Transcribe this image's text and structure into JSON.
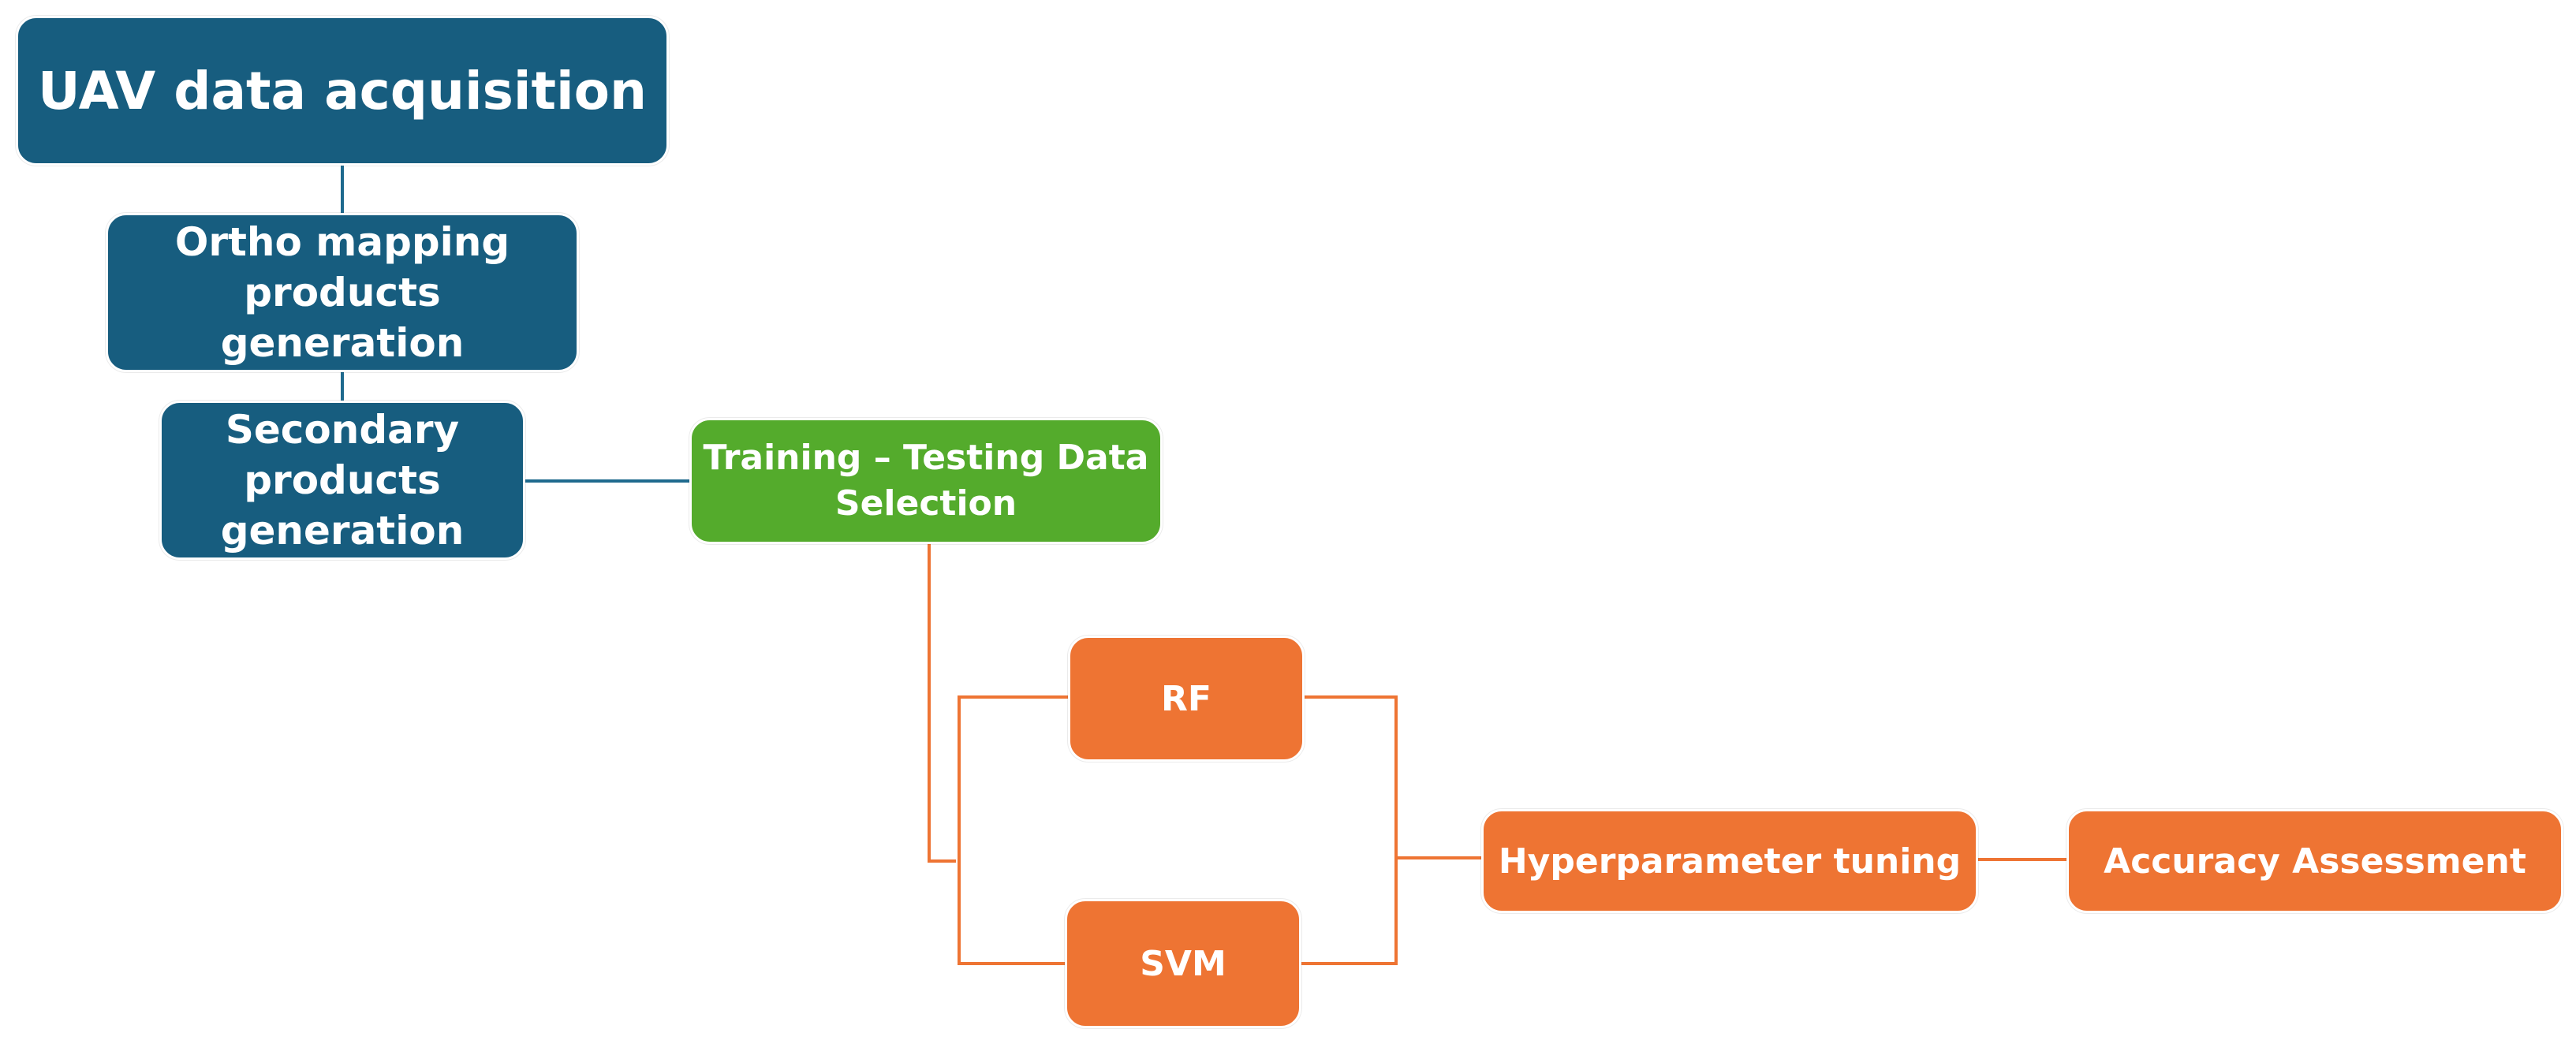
{
  "diagram": {
    "nodes": {
      "uav": {
        "label": "UAV data acquisition",
        "color": "#175d7f"
      },
      "ortho": {
        "label": "Ortho mapping\nproducts\ngeneration",
        "color": "#175d7f"
      },
      "secondary": {
        "label": "Secondary\nproducts\ngeneration",
        "color": "#175d7f"
      },
      "training": {
        "label": "Training – Testing  Data\nSelection",
        "color": "#54ab2c"
      },
      "rf": {
        "label": "RF",
        "color": "#ee7433"
      },
      "svm": {
        "label": "SVM",
        "color": "#ee7433"
      },
      "hyper": {
        "label": "Hyperparameter tuning",
        "color": "#ee7433"
      },
      "accuracy": {
        "label": "Accuracy Assessment",
        "color": "#ee7433"
      }
    },
    "edges": [
      {
        "from": "uav",
        "to": "ortho"
      },
      {
        "from": "ortho",
        "to": "secondary"
      },
      {
        "from": "secondary",
        "to": "training"
      },
      {
        "from": "training",
        "to": "rf"
      },
      {
        "from": "training",
        "to": "svm"
      },
      {
        "from": "rf",
        "to": "hyper"
      },
      {
        "from": "svm",
        "to": "hyper"
      },
      {
        "from": "hyper",
        "to": "accuracy"
      }
    ],
    "connector_colors": {
      "blue": "#1f6a8e",
      "orange": "#ee7433"
    }
  }
}
